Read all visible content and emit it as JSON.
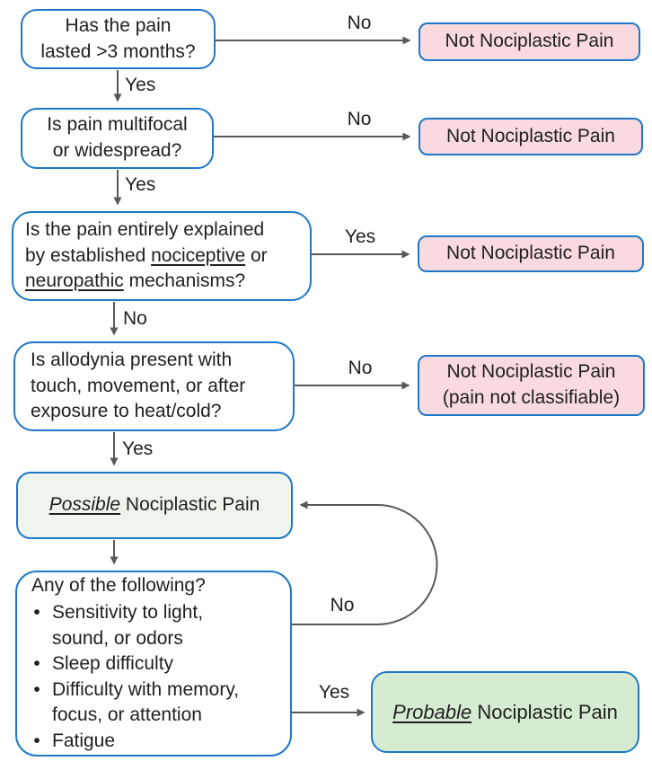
{
  "palette": {
    "box_border_blue": "#1e78c8",
    "negative_fill_pink": "#f9dade",
    "possible_fill_green": "#edf5ec",
    "probable_fill_green": "#d6ecd2",
    "arrow_gray": "#595959",
    "text_color": "#1f1f1f"
  },
  "flowchart": {
    "labels": {
      "yes": "Yes",
      "no": "No"
    },
    "bullet_glyph": "•",
    "questions": {
      "duration": {
        "lines": [
          "Has the pain",
          "lasted >3 months?"
        ]
      },
      "distribution": {
        "lines": [
          "Is pain multifocal",
          "or widespread?"
        ]
      },
      "mechanisms": {
        "line1": "Is the pain entirely explained",
        "line2_pre": "by established ",
        "line2_underlined": "nociceptive",
        "line2_post": " or",
        "line3_underlined": "neuropathic",
        "line3_post": " mechanisms?"
      },
      "allodynia": {
        "lines": [
          "Is allodynia present with",
          "touch, movement, or after",
          "exposure to heat/cold?"
        ]
      },
      "comorbid": {
        "title": "Any of the following?",
        "bullets": [
          [
            "Sensitivity to light,",
            "sound, or odors"
          ],
          [
            "Sleep difficulty"
          ],
          [
            "Difficulty with memory,",
            "focus, or attention"
          ],
          [
            "Fatigue"
          ]
        ]
      }
    },
    "outcomes": {
      "not_nociplastic_1": "Not Nociplastic Pain",
      "not_nociplastic_2": "Not Nociplastic Pain",
      "not_nociplastic_3": "Not Nociplastic Pain",
      "not_nociplastic_4": {
        "lines": [
          "Not Nociplastic Pain",
          "(pain not classifiable)"
        ]
      },
      "possible": {
        "emphasis": "Possible",
        "rest": " Nociplastic Pain"
      },
      "probable": {
        "emphasis": "Probable",
        "rest": " Nociplastic Pain"
      }
    }
  }
}
